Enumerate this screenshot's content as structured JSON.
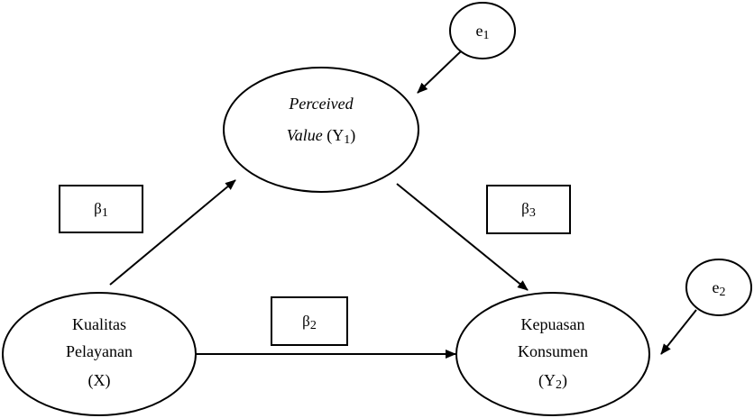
{
  "colors": {
    "stroke": "#000000",
    "background": "#ffffff"
  },
  "nodes": {
    "y1": {
      "line1": "Perceived",
      "line2_italic": "Value",
      "line2_plain": " (Y",
      "line2_sub": "1",
      "line2_close": ")"
    },
    "x": {
      "line1": "Kualitas",
      "line2": "Pelayanan",
      "line3": "(X)"
    },
    "y2": {
      "line1": "Kepuasan",
      "line2": "Konsumen",
      "line3_open": "(Y",
      "line3_sub": "2",
      "line3_close": ")"
    },
    "e1": {
      "base": "e",
      "sub": "1"
    },
    "e2": {
      "base": "e",
      "sub": "2"
    }
  },
  "coefficients": {
    "b1": {
      "base": "β",
      "sub": "1"
    },
    "b2": {
      "base": "β",
      "sub": "2"
    },
    "b3": {
      "base": "β",
      "sub": "3"
    }
  }
}
